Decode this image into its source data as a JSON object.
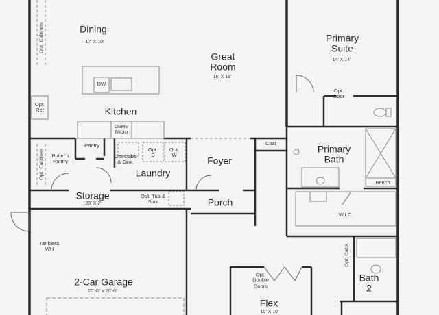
{
  "rooms": {
    "dining": {
      "name": "Dining",
      "size": "17' X 10'"
    },
    "great_room": {
      "name": "Great Room",
      "size": "16' X 19'"
    },
    "primary_suite": {
      "name": "Primary Suite",
      "size": "14' X 14'"
    },
    "kitchen": {
      "name": "Kitchen"
    },
    "laundry": {
      "name": "Laundry"
    },
    "foyer": {
      "name": "Foyer"
    },
    "primary_bath": {
      "name": "Primary Bath"
    },
    "storage": {
      "name": "Storage",
      "size": "20' X 2'"
    },
    "porch": {
      "name": "Porch"
    },
    "garage": {
      "name": "2-Car Garage",
      "size": "20'-0\" x 20'-0\""
    },
    "flex": {
      "name": "Flex",
      "size": "10' X 10'"
    },
    "bath2": {
      "name": "Bath 2"
    }
  },
  "fixtures": {
    "opt_cabinets_top": "Opt. Cabinets",
    "opt_cabinets_left": "Opt. Cabinets",
    "dw": "DW",
    "opt_ref": "Opt. Ref",
    "oven_micro": "Oven/ Micro",
    "pantry": "Pantry",
    "butlers_pantry": "Butler's Pantry",
    "opt_cabs_sink": "Opt.Cabs & Sink",
    "opt_d": "Opt. D",
    "opt_w": "Opt. W",
    "opt_door": "Opt. Door",
    "coat": "Coat",
    "bench": "Bench",
    "wic": "W.I.C.",
    "opt_tub_sink": "Opt. Tub & Sink",
    "tankless_wh": "Tankless WH",
    "opt_double_doors": "Opt. Double Doors",
    "opt_cabs_bath": "Opt. Cabs"
  },
  "colors": {
    "wall": "#2b2b2b",
    "floor": "#f4f4f4",
    "line": "#888888"
  }
}
